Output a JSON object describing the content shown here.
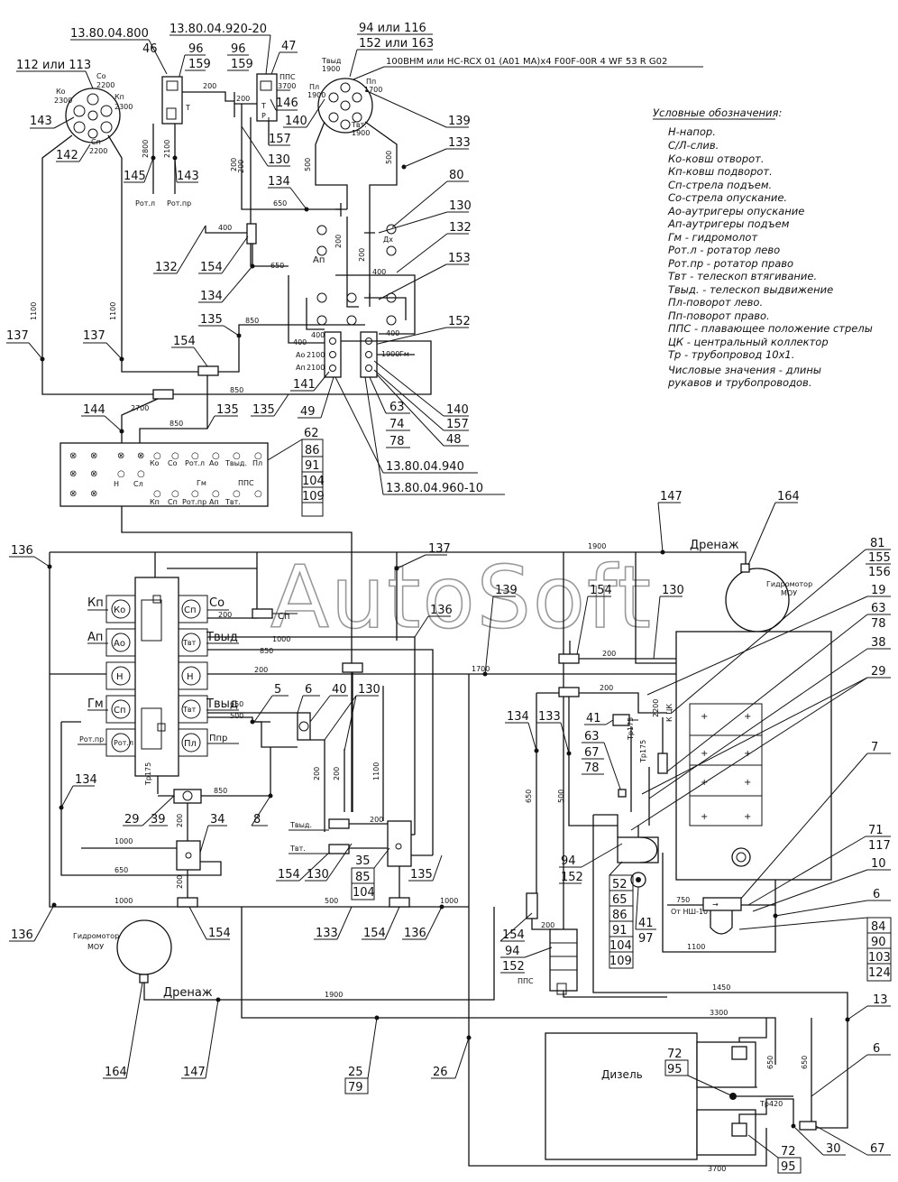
{
  "watermark": "AutoSoft",
  "legend": {
    "title": "Условные обозначения:",
    "items": [
      "Н-напор.",
      "С/Л-слив.",
      "Ко-ковш отворот.",
      "Кп-ковш подворот.",
      "Сп-стрела подъем.",
      "Со-стрела опускание.",
      "Ао-аутригеры опускание",
      "Ап-аутригеры подъем",
      "Гм - гидромолот",
      "Рот.л - ротатор лево",
      "Рот.пр - ротатор право",
      "Твт - телескоп втягивание.",
      "Твыд. - телескоп выдвижение",
      "Пл-поворот лево.",
      "Пп-поворот право.",
      "ППС - плавающее положение стрелы",
      "ЦК - центральный коллектор",
      "Тр - трубопровод 10х1."
    ],
    "note1": "Числовые значения - длины",
    "note2": "рукавов и трубопроводов."
  },
  "part_numbers": {
    "p1": "13.80.04.800",
    "p2": "13.80.04.920-20",
    "p3": "13.80.04.940",
    "p4": "13.80.04.960-10",
    "rotator": "100ВНМ или НС-RCX 01 (A01 MA)x4 F00F-00R 4 WF 53 R G02"
  },
  "callouts": {
    "c112": "112 или 113",
    "c94": "94 или 116",
    "c152": "152 или 163",
    "c46": "46",
    "c96a": "96",
    "c159a": "159",
    "c96b": "96",
    "c159b": "159",
    "c47": "47",
    "c143a": "143",
    "c142": "142",
    "c145": "145",
    "c143b": "143",
    "c146": "146",
    "c157a": "157",
    "c130a": "130",
    "c140a": "140",
    "c139a": "139",
    "c133a": "133",
    "c80": "80",
    "c130b": "130",
    "c132a": "132",
    "c153": "153",
    "c152b": "152",
    "c134a": "134",
    "c132b": "132",
    "c154a": "154",
    "c134b": "134",
    "c135a": "135",
    "c137a": "137",
    "c137b": "137",
    "c154b": "154",
    "c141": "141",
    "c49": "49",
    "c63a": "63",
    "c74": "74",
    "c78a": "78",
    "c140b": "140",
    "c157b": "157",
    "c48": "48",
    "c144": "144",
    "c135b": "135",
    "c135c": "135",
    "c62": "62",
    "c86a": "86",
    "c91a": "91",
    "c104a": "104",
    "c109a": "109",
    "c147a": "147",
    "c164a": "164",
    "c136a": "136",
    "c137c": "137",
    "c139b": "139",
    "c154c": "154",
    "c130c": "130",
    "c136b": "136",
    "c81": "81",
    "c155": "155",
    "c156": "156",
    "c19": "19",
    "c63b": "63",
    "c78b": "78",
    "c38": "38",
    "c29a": "29",
    "c5": "5",
    "c6a": "6",
    "c40": "40",
    "c130d": "130",
    "c134c": "134",
    "c133b": "133",
    "c41a": "41",
    "c63c": "63",
    "c67": "67",
    "c78c": "78",
    "c7": "7",
    "c29b": "29",
    "c39": "39",
    "c8": "8",
    "c34": "34",
    "c134d": "134",
    "c154d": "154",
    "c130e": "130",
    "c35": "35",
    "c85": "85",
    "c104b": "104",
    "c135d": "135",
    "c94b": "94",
    "c152c": "152",
    "c52": "52",
    "c65": "65",
    "c86b": "86",
    "c91b": "91",
    "c104c": "104",
    "c109b": "109",
    "c41b": "41",
    "c97": "97",
    "c71": "71",
    "c117": "117",
    "c10": "10",
    "c6b": "6",
    "c84": "84",
    "c90": "90",
    "c103": "103",
    "c124": "124",
    "c136c": "136",
    "c154e": "154",
    "c133c": "133",
    "c154f": "154",
    "c136d": "136",
    "c154g": "154",
    "c94c": "94",
    "c152d": "152",
    "c13": "13",
    "c6c": "6",
    "c164b": "164",
    "c147b": "147",
    "c25": "25",
    "c79": "79",
    "c26": "26",
    "c72a": "72",
    "c95a": "95",
    "c30": "30",
    "c67b": "67",
    "c72b": "72",
    "c95b": "95"
  },
  "lengths": {
    "l200a": "200",
    "l2800": "2800",
    "l2100": "2100",
    "l200b": "200",
    "l200c": "200",
    "l3700": "3700",
    "l500a": "500",
    "l500b": "500",
    "l650a": "650",
    "l200d": "200",
    "l400a": "400",
    "l650b": "650",
    "l200e": "200",
    "l400b": "400",
    "l850a": "850",
    "l1100a": "1100",
    "l1100b": "1100",
    "l400c": "400",
    "l400d": "400",
    "l2700": "2700",
    "l850b": "850",
    "l850c": "850",
    "l1900a": "1900",
    "l1900b": "1900",
    "l200f": "200",
    "l1000a": "1000",
    "l850d": "850",
    "l200g": "200",
    "l650c": "650",
    "l500c": "500",
    "l850e": "850",
    "l200h": "200",
    "l1000b": "1000",
    "l650d": "650",
    "l1000c": "1000",
    "l200i": "200",
    "l200j": "200",
    "l1100c": "1100",
    "l200k": "200",
    "l200l": "200",
    "l1000d": "1000",
    "l500d": "500",
    "l1000e": "1000",
    "l200m": "200",
    "l1700": "1700",
    "l200n": "200",
    "l2200": "2200",
    "l650e": "650",
    "l500e": "500",
    "l200o": "200",
    "l1900c": "1900",
    "l750": "750",
    "l1100d": "1100",
    "l1450": "1450",
    "l3300": "3300",
    "l650f": "650",
    "l650g": "650",
    "l3700b": "3700",
    "tr175a": "Тр175",
    "tr175b": "Тр175",
    "tr175c": "Тр175",
    "tr420": "Тр420"
  },
  "ports": {
    "ko": "Ко",
    "kp": "Кп",
    "co": "Со",
    "sp": "Сп",
    "ko_v": "2300",
    "kp_v": "2300",
    "co_v": "2200",
    "sp_v": "2200",
    "tvyd": "Твыд",
    "tvyd_v": "1900",
    "pl": "Пл",
    "pl_v": "1900",
    "pp": "Пп",
    "pp_v": "1700",
    "tvt": "Твт.",
    "tvt_v": "1900",
    "pps": "ППС",
    "rotl": "Рот.л",
    "rotpr": "Рот.пр",
    "t": "Т",
    "p": "Р",
    "ap": "Ап",
    "ao": "Ао",
    "dx": "Дх",
    "gm": "Гм",
    "ao2100": "2100",
    "n": "Н",
    "sl": "Сл",
    "rotl2": "Рот.л",
    "gm2": "Гм",
    "pps2": "ППС",
    "rotpr2": "Рот.пр",
    "tvyd2": "Твыд.",
    "tvt2": "Твт.",
    "pl2": "Пл",
    "co2": "Со",
    "ko2": "Ко",
    "kp2": "Кп",
    "sp2": "Сп",
    "ap2": "Ап",
    "ao2": "Ао",
    "kp3": "Кп",
    "ko3": "Ко",
    "sp3": "Сп",
    "co3": "Со",
    "ap3": "Ап",
    "ao3": "Ао",
    "tvt3": "Твт",
    "tvyd3": "Твыд",
    "n3": "Н",
    "n4": "Н",
    "gm3": "Гм",
    "sp4": "Сп",
    "tvt4": "Твт",
    "tvyd4": "Твыд",
    "rotpr3": "Рот.пр",
    "rotl3": "Рот.л",
    "pl3": "Пл",
    "ppr": "Ппр",
    "sp5": "Сп",
    "tvyd5": "Твыд.",
    "tvt5": "Твт.",
    "kck": "К ЦК",
    "pps3": "ППС",
    "ot_nsh": "От НШ-10"
  },
  "labels": {
    "drainage1": "Дренаж",
    "drainage2": "Дренаж",
    "motor1a": "Гидромотор",
    "motor1b": "МОУ",
    "motor2a": "Гидромотор",
    "motor2b": "МОУ",
    "diesel": "Дизель"
  }
}
